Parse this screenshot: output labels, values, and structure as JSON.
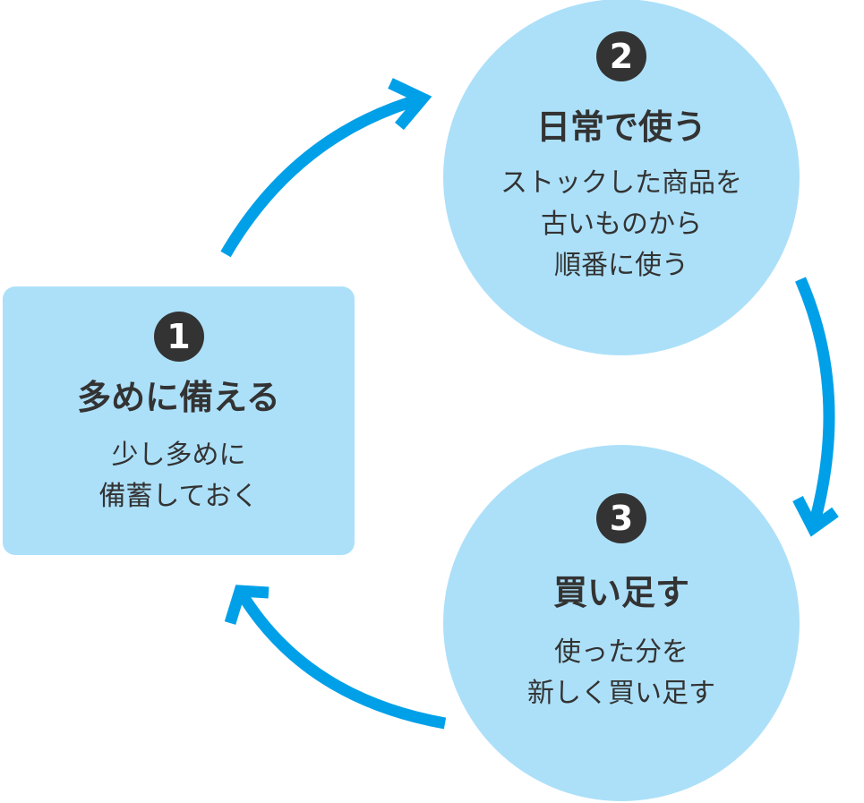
{
  "colors": {
    "node_fill": "#ace0f9",
    "arrow": "#00a0e9",
    "number_badge": "#333333",
    "text": "#333333"
  },
  "steps": [
    {
      "number": "1",
      "title": "多めに備える",
      "description": [
        "少し多めに",
        "備蓄しておく"
      ]
    },
    {
      "number": "2",
      "title": "日常で使う",
      "description": [
        "ストックした商品を",
        "古いものから",
        "順番に使う"
      ]
    },
    {
      "number": "3",
      "title": "買い足す",
      "description": [
        "使った分を",
        "新しく買い足す"
      ]
    }
  ]
}
